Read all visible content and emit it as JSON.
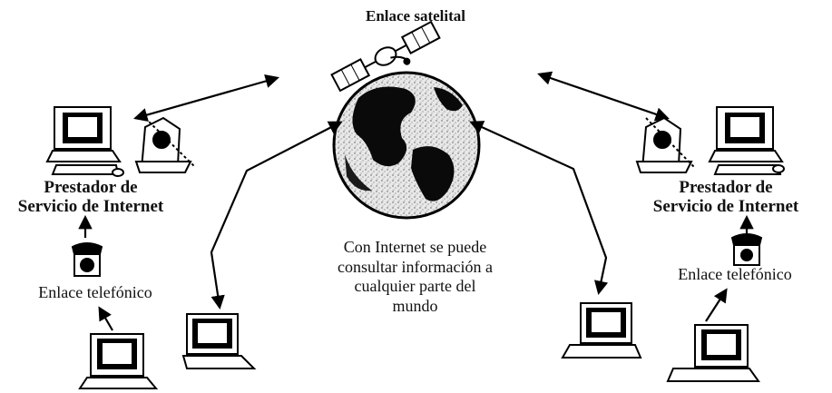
{
  "title": "Enlace satelital",
  "isp_left": [
    "Prestador de",
    "Servicio de Internet"
  ],
  "isp_right": [
    "Prestador de",
    "Servicio de Internet"
  ],
  "phone_left": "Enlace telefónico",
  "phone_right": "Enlace telefónico",
  "center_text": [
    "Con Internet se puede",
    "consultar información a",
    "cualquier parte del",
    "mundo"
  ]
}
